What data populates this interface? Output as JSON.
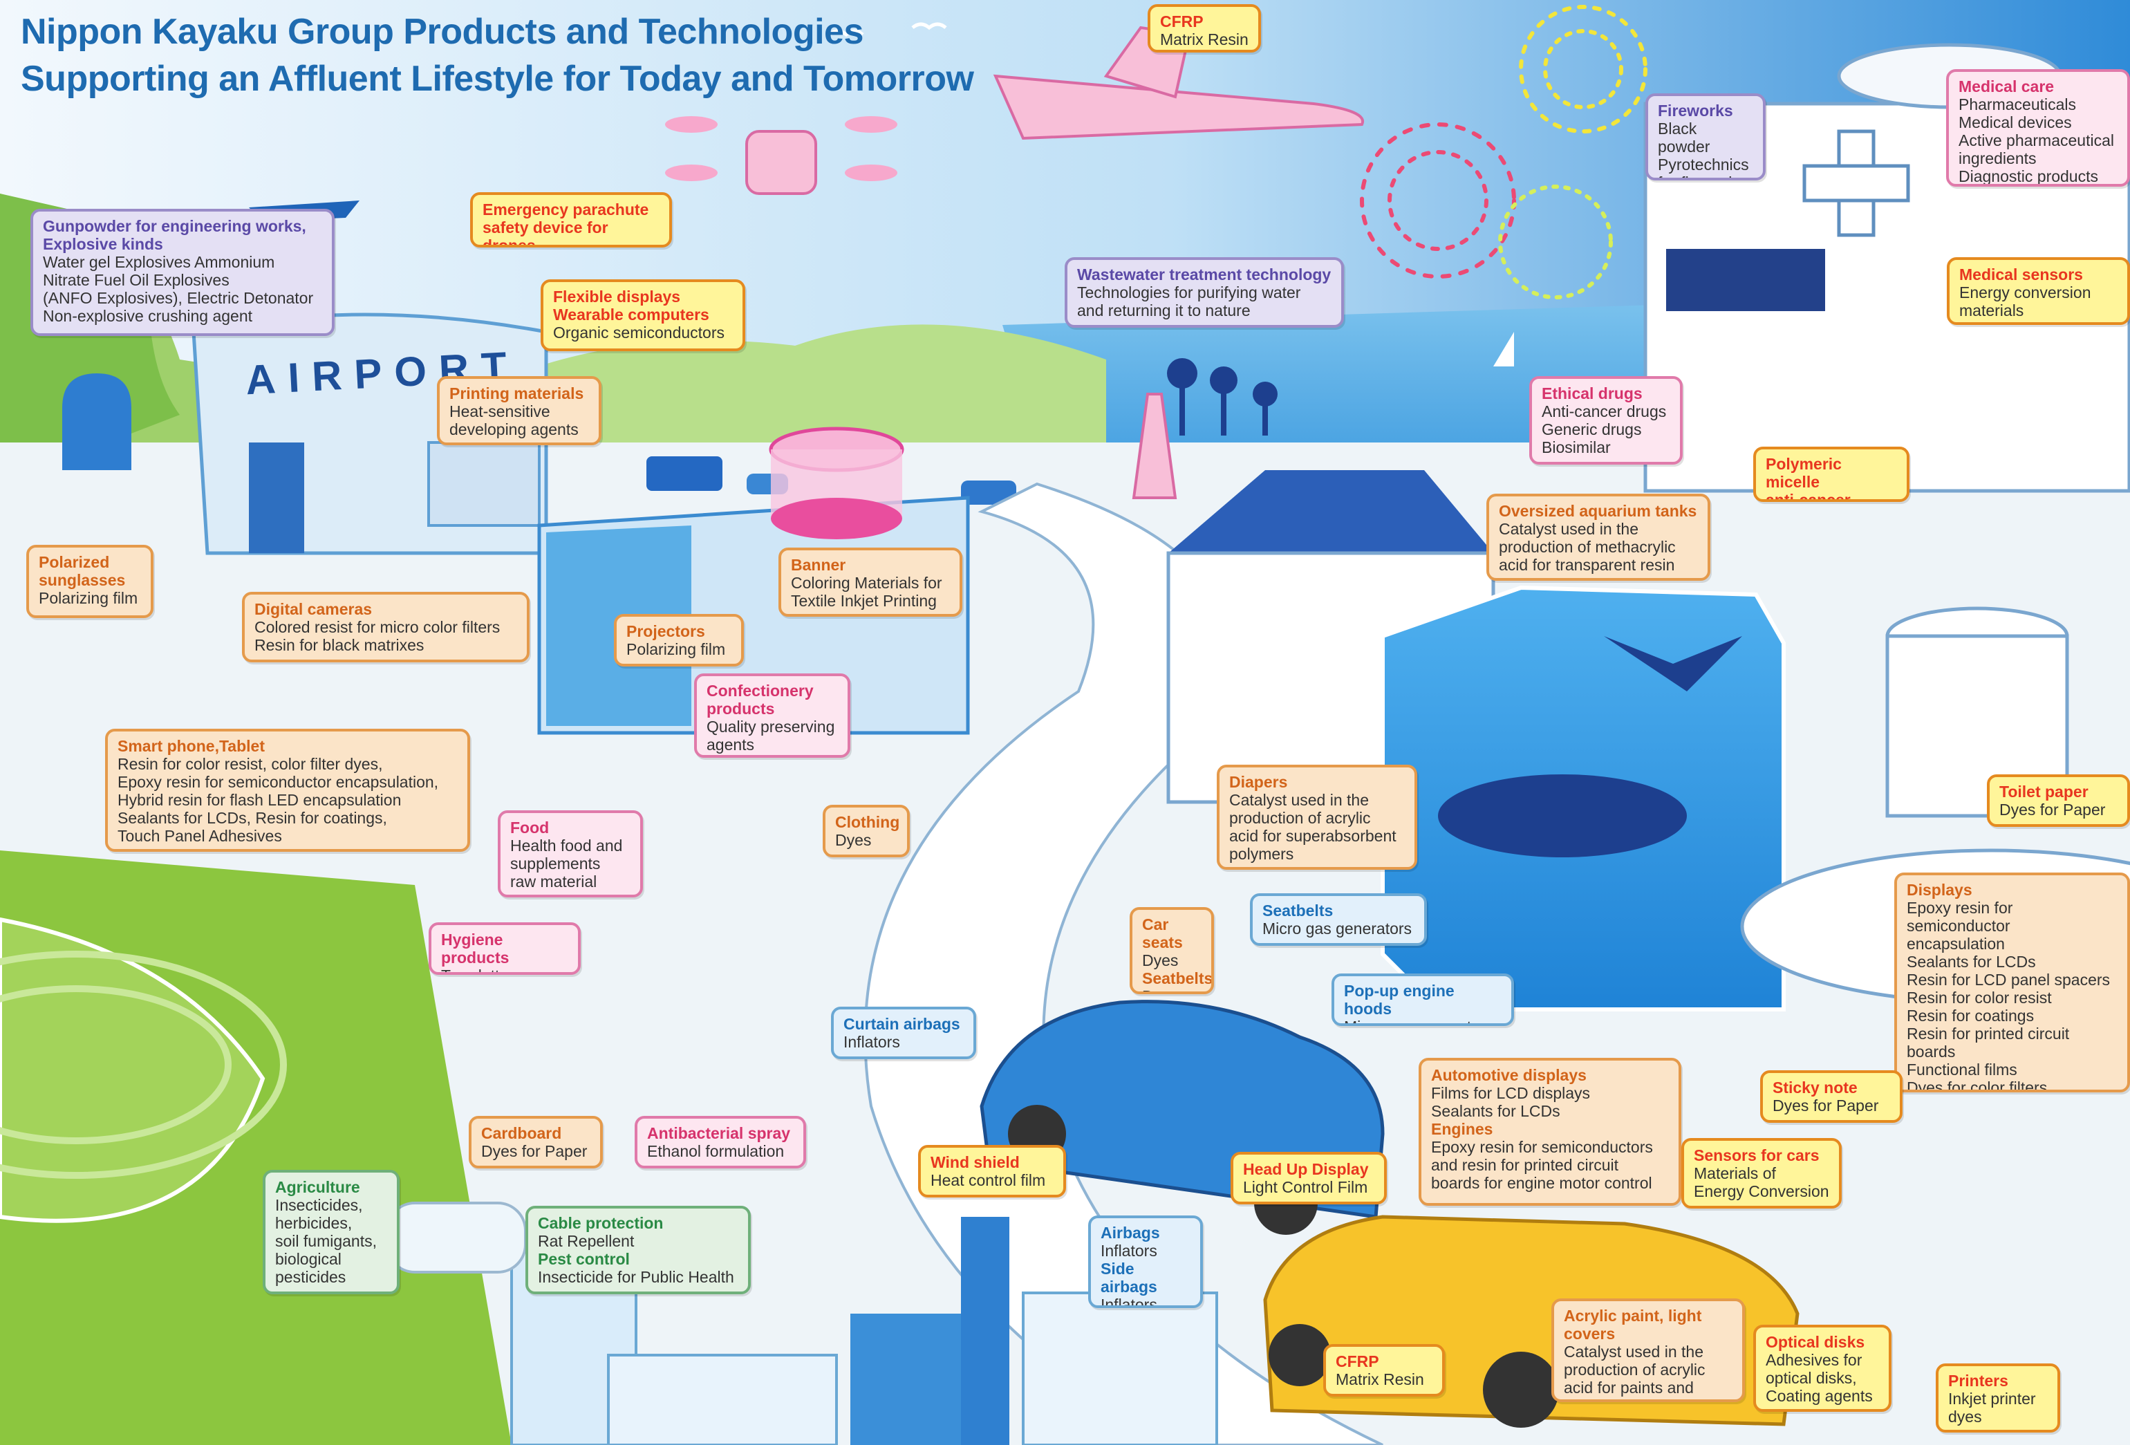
{
  "title": {
    "line1": "Nippon Kayaku Group Products and Technologies",
    "line2": "Supporting an Affluent Lifestyle for Today and Tomorrow"
  },
  "airport_sign": "AIRPORT",
  "colors": {
    "title_blue": "#1e6bb0",
    "sky": "#3d9be0",
    "grass": "#8cc63f",
    "callout_orange": "#fbe4c8",
    "callout_yellow": "#fff59a",
    "callout_lavender": "#e4e0f4",
    "callout_pink": "#fde6f0",
    "callout_blue": "#e2f0fb",
    "callout_green": "#e3f1e2"
  },
  "callouts": [
    {
      "id": "cfrp-plane",
      "style": "yel",
      "items": [
        {
          "heading": "CFRP",
          "body": "Matrix Resin"
        }
      ]
    },
    {
      "id": "fireworks",
      "style": "lav",
      "items": [
        {
          "heading": "Fireworks",
          "body": "Black powder\nPyrotechnics\nfor fireworks"
        }
      ]
    },
    {
      "id": "medical-care",
      "style": "pnk",
      "items": [
        {
          "heading": "Medical care",
          "body": "Pharmaceuticals\nMedical devices\nActive pharmaceutical\ningredients\nDiagnostic products"
        }
      ]
    },
    {
      "id": "parachute",
      "style": "yel",
      "items": [
        {
          "heading": "Emergency parachute\nsafety device for drones",
          "body": ""
        }
      ]
    },
    {
      "id": "gunpowder",
      "style": "lav",
      "items": [
        {
          "heading": "Gunpowder for engineering works,\nExplosive kinds",
          "body": "Water gel Explosives Ammonium\nNitrate Fuel Oil Explosives\n(ANFO Explosives), Electric Detonator\nNon-explosive crushing agent"
        }
      ]
    },
    {
      "id": "wastewater",
      "style": "lav",
      "items": [
        {
          "heading": "Wastewater treatment technology",
          "body": "Technologies for purifying water\nand returning it to nature"
        }
      ]
    },
    {
      "id": "medical-sensors",
      "style": "yel",
      "items": [
        {
          "heading": "Medical sensors",
          "body": "Energy conversion\nmaterials"
        }
      ]
    },
    {
      "id": "flexible-displays",
      "style": "yel",
      "items": [
        {
          "heading": "Flexible displays\nWearable computers",
          "body": "Organic semiconductors"
        }
      ]
    },
    {
      "id": "ethical-drugs",
      "style": "pnk",
      "items": [
        {
          "heading": "Ethical drugs",
          "body": "Anti-cancer drugs\nGeneric drugs\nBiosimilar"
        }
      ]
    },
    {
      "id": "printing-materials",
      "style": "org",
      "items": [
        {
          "heading": "Printing materials",
          "body": "Heat-sensitive\ndeveloping agents"
        }
      ]
    },
    {
      "id": "polymeric-micelle",
      "style": "yel",
      "items": [
        {
          "heading": "Polymeric micelle\nanti-cancer drugs",
          "body": ""
        }
      ]
    },
    {
      "id": "aquarium",
      "style": "org",
      "items": [
        {
          "heading": "Oversized aquarium tanks",
          "body": "Catalyst used in the\nproduction of methacrylic\nacid for transparent resin"
        }
      ]
    },
    {
      "id": "polarized-sunglasses",
      "style": "org",
      "items": [
        {
          "heading": "Polarized\nsunglasses",
          "body": "Polarizing film"
        }
      ]
    },
    {
      "id": "banner",
      "style": "org",
      "items": [
        {
          "heading": "Banner",
          "body": "Coloring Materials for\nTextile Inkjet Printing"
        }
      ]
    },
    {
      "id": "digital-cameras",
      "style": "org",
      "items": [
        {
          "heading": "Digital cameras",
          "body": "Colored resist for micro color filters\nResin for black matrixes"
        }
      ]
    },
    {
      "id": "projectors",
      "style": "org",
      "items": [
        {
          "heading": "Projectors",
          "body": "Polarizing film"
        }
      ]
    },
    {
      "id": "confectionery",
      "style": "pnk",
      "items": [
        {
          "heading": "Confectionery\nproducts",
          "body": "Quality preserving\nagents"
        }
      ]
    },
    {
      "id": "smartphone",
      "style": "org",
      "items": [
        {
          "heading": "Smart phone,Tablet",
          "body": "Resin for color resist, color filter dyes,\nEpoxy resin for semiconductor encapsulation,\nHybrid resin for flash LED encapsulation\nSealants for LCDs, Resin for coatings,\nTouch Panel Adhesives"
        }
      ]
    },
    {
      "id": "toilet-paper",
      "style": "yel",
      "items": [
        {
          "heading": "Toilet paper",
          "body": "Dyes for Paper"
        }
      ]
    },
    {
      "id": "diapers",
      "style": "org",
      "items": [
        {
          "heading": "Diapers",
          "body": "Catalyst used in the\nproduction of acrylic\nacid for superabsorbent\npolymers"
        }
      ]
    },
    {
      "id": "clothing",
      "style": "org",
      "items": [
        {
          "heading": "Clothing",
          "body": "Dyes"
        }
      ]
    },
    {
      "id": "food",
      "style": "pnk",
      "items": [
        {
          "heading": "Food",
          "body": "Health food and\nsupplements\nraw material"
        }
      ]
    },
    {
      "id": "displays",
      "style": "org",
      "items": [
        {
          "heading": "Displays",
          "body": "Epoxy resin for semiconductor\nencapsulation\nSealants for LCDs\nResin for LCD panel spacers\nResin for color resist\nResin for coatings\nResin for printed circuit boards\nFunctional films\nDyes for color filters\nInfrared absorbing agents"
        }
      ]
    },
    {
      "id": "seatbelts-gas",
      "style": "blu",
      "items": [
        {
          "heading": "Seatbelts",
          "body": "Micro gas generators"
        }
      ]
    },
    {
      "id": "car-seats",
      "style": "org",
      "items": [
        {
          "heading": "Car seats",
          "body": "Dyes"
        },
        {
          "heading": "Seatbelts",
          "body": "Dyes"
        }
      ]
    },
    {
      "id": "hygiene",
      "style": "pnk",
      "items": [
        {
          "heading": "Hygiene products",
          "body": "Towelettes"
        }
      ]
    },
    {
      "id": "popup-hoods",
      "style": "blu",
      "items": [
        {
          "heading": "Pop-up engine hoods",
          "body": "Micro gas generators"
        }
      ]
    },
    {
      "id": "curtain-airbags",
      "style": "blu",
      "items": [
        {
          "heading": "Curtain airbags",
          "body": "Inflators"
        }
      ]
    },
    {
      "id": "automotive-displays",
      "style": "org",
      "items": [
        {
          "heading": "Automotive displays",
          "body": "Films for LCD displays\nSealants for LCDs"
        },
        {
          "heading": "Engines",
          "body": "Epoxy resin for semiconductors\nand resin for printed circuit\nboards for engine motor control"
        }
      ]
    },
    {
      "id": "sticky-note",
      "style": "yel",
      "items": [
        {
          "heading": "Sticky note",
          "body": "Dyes for Paper"
        }
      ]
    },
    {
      "id": "cardboard",
      "style": "org",
      "items": [
        {
          "heading": "Cardboard",
          "body": "Dyes for Paper"
        }
      ]
    },
    {
      "id": "antibacterial",
      "style": "pnk",
      "items": [
        {
          "heading": "Antibacterial spray",
          "body": "Ethanol formulation"
        }
      ]
    },
    {
      "id": "wind-shield",
      "style": "yel",
      "items": [
        {
          "heading": "Wind shield",
          "body": "Heat control film"
        }
      ]
    },
    {
      "id": "hud",
      "style": "yel",
      "items": [
        {
          "heading": "Head Up Display",
          "body": "Light Control Film"
        }
      ]
    },
    {
      "id": "sensors-cars",
      "style": "yel",
      "items": [
        {
          "heading": "Sensors for cars",
          "body": "Materials of\nEnergy Conversion"
        }
      ]
    },
    {
      "id": "agriculture",
      "style": "grn",
      "items": [
        {
          "heading": "Agriculture",
          "body": "Insecticides,\nherbicides,\nsoil fumigants,\nbiological\npesticides"
        }
      ]
    },
    {
      "id": "cable-protection",
      "style": "grn",
      "items": [
        {
          "heading": "Cable protection",
          "body": "Rat Repellent"
        },
        {
          "heading": "Pest control",
          "body": "Insecticide for Public Health"
        }
      ]
    },
    {
      "id": "airbags",
      "style": "blu",
      "items": [
        {
          "heading": "Airbags",
          "body": "Inflators"
        },
        {
          "heading": "Side airbags",
          "body": "Inflators"
        }
      ]
    },
    {
      "id": "acrylic-paint",
      "style": "org",
      "items": [
        {
          "heading": "Acrylic paint, light covers",
          "body": "Catalyst used in the\nproduction of acrylic\nacid for paints and\nparts, Resin adhesive"
        }
      ]
    },
    {
      "id": "optical-disks",
      "style": "yel",
      "items": [
        {
          "heading": "Optical disks",
          "body": "Adhesives for\noptical disks,\nCoating agents"
        }
      ]
    },
    {
      "id": "cfrp-car",
      "style": "yel",
      "items": [
        {
          "heading": "CFRP",
          "body": "Matrix Resin"
        }
      ]
    },
    {
      "id": "printers",
      "style": "yel",
      "items": [
        {
          "heading": "Printers",
          "body": "Inkjet printer\ndyes"
        }
      ]
    }
  ]
}
